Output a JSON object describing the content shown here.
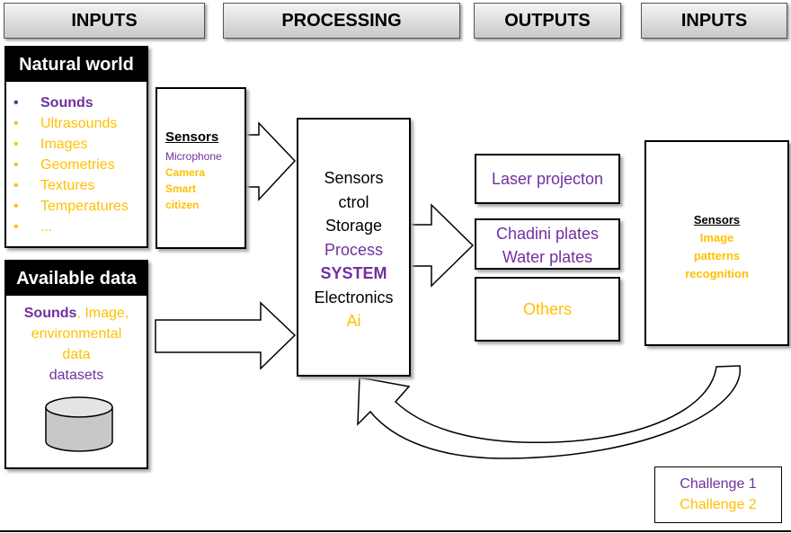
{
  "headers": [
    "INPUTS",
    "PROCESSING",
    "OUTPUTS",
    "INPUTS"
  ],
  "natural_world": {
    "title": "Natural world",
    "items": [
      "Sounds",
      "Ultrasounds",
      "Images",
      "Geometries",
      "Textures",
      "Temperatures",
      "..."
    ],
    "bullet": "•"
  },
  "available_data": {
    "title": "Available data",
    "line1_bold": "Sounds",
    "line1_rest": ", Image,",
    "line2": "environmental",
    "line3": "data",
    "line4": "datasets",
    "icon": "database-cylinder-icon"
  },
  "sensors_left": {
    "title": "Sensors",
    "lines": [
      "Microphone",
      "Camera",
      "Smart",
      "citizen"
    ]
  },
  "processing": {
    "lines": [
      "Sensors",
      "ctrol",
      "Storage",
      "Process",
      "SYSTEM",
      "Electronics",
      "Ai"
    ]
  },
  "outputs": [
    "Laser projecton",
    "Chadini plates",
    "Water plates",
    "Others"
  ],
  "sensors_right": {
    "title": "Sensors",
    "lines": [
      "Image",
      "patterns",
      "recognition"
    ]
  },
  "legend": [
    "Challenge 1",
    "Challenge 2"
  ],
  "colors": {
    "purple": "#7030a0",
    "yellow": "#ffc000",
    "black": "#000000"
  }
}
